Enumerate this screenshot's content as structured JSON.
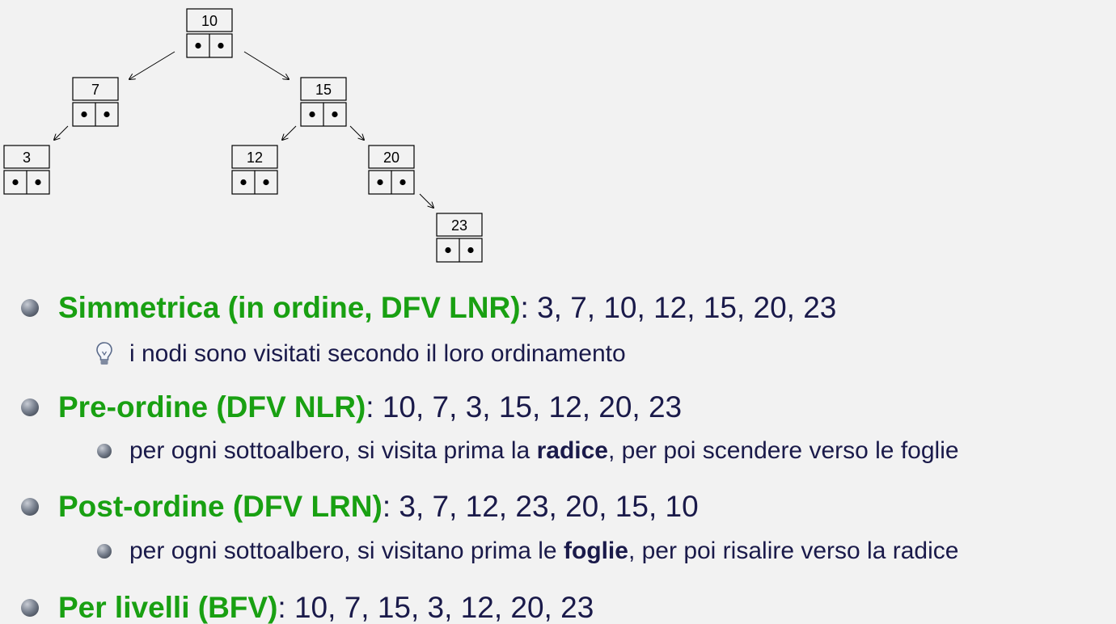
{
  "tree": {
    "nodes": [
      {
        "id": "n10",
        "value": "10"
      },
      {
        "id": "n7",
        "value": "7"
      },
      {
        "id": "n15",
        "value": "15"
      },
      {
        "id": "n3",
        "value": "3"
      },
      {
        "id": "n12",
        "value": "12"
      },
      {
        "id": "n20",
        "value": "20"
      },
      {
        "id": "n23",
        "value": "23"
      }
    ]
  },
  "items": [
    {
      "label": "Simmetrica (in ordine, DFV LNR)",
      "sequence": ": 3, 7, 10, 12, 15, 20, 23",
      "sub": {
        "icon": "lightbulb-icon",
        "text": "i nodi sono visitati secondo il loro ordinamento"
      }
    },
    {
      "label": "Pre-ordine (DFV NLR)",
      "sequence": ": 10, 7, 3, 15, 12, 20, 23",
      "sub": {
        "icon": "bullet-icon",
        "before": "per ogni sottoalbero, si visita prima la ",
        "bold": "radice",
        "after": ", per poi scendere verso le foglie"
      }
    },
    {
      "label": "Post-ordine (DFV LRN)",
      "sequence": ": 3, 7, 12, 23, 20, 15, 10",
      "sub": {
        "icon": "bullet-icon",
        "before": "per ogni sottoalbero, si visitano prima le ",
        "bold": "foglie",
        "after": ", per poi risalire verso la radice"
      }
    },
    {
      "label": "Per livelli (BFV)",
      "sequence": ": 10, 7, 15, 3, 12, 20, 23"
    }
  ],
  "colors": {
    "highlight": "#19a012",
    "text": "#1a1a4a",
    "background": "#f2f2f2"
  }
}
